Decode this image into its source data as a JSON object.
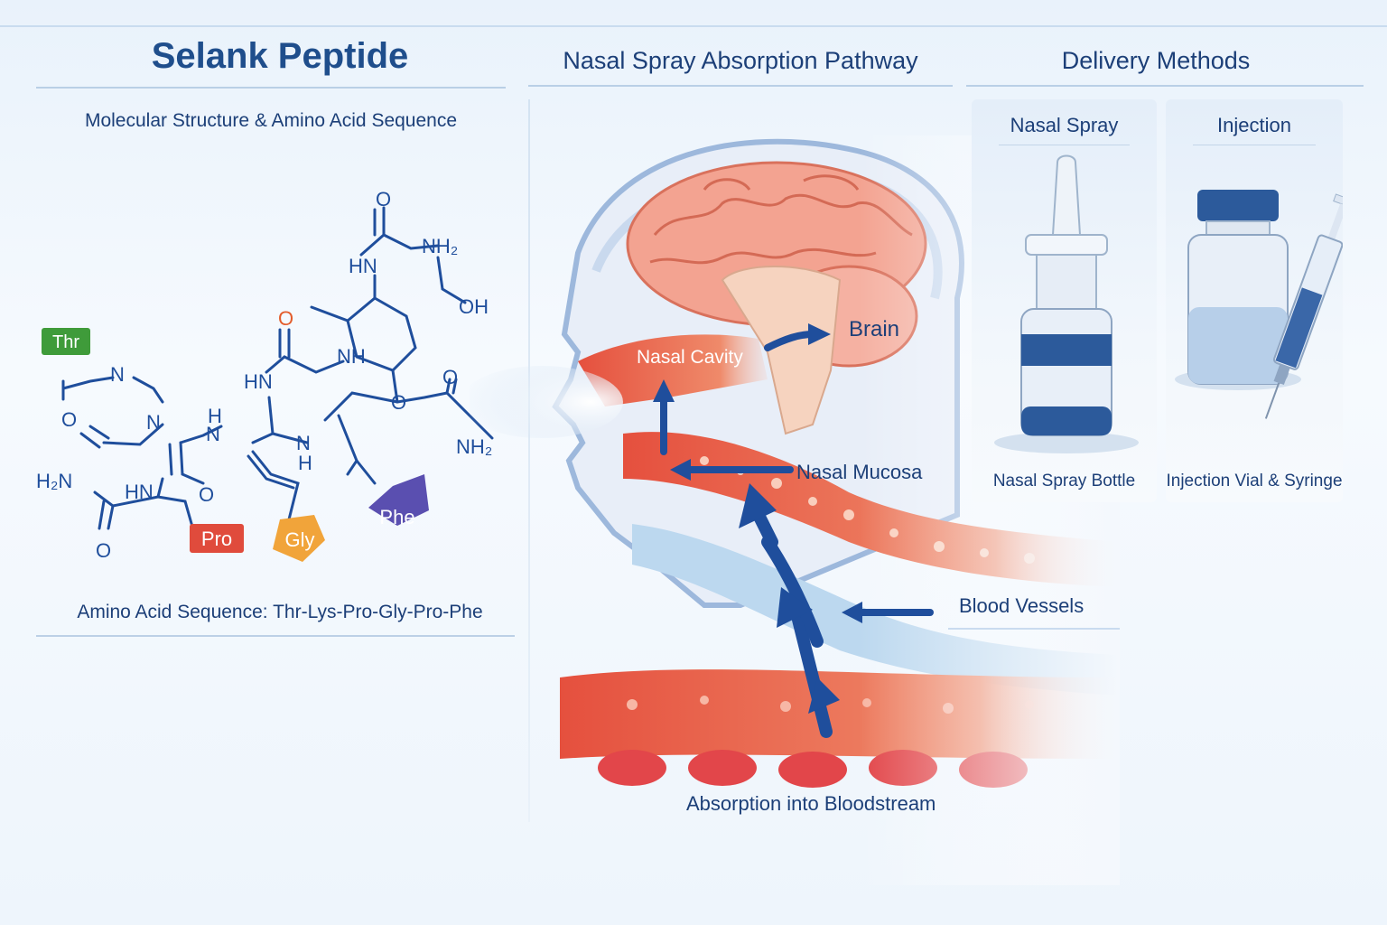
{
  "title": "Selank Peptide",
  "molecular": {
    "subtitle": "Molecular Structure & Amino Acid Sequence",
    "sequence_caption": "Amino Acid Sequence: Thr-Lys-Pro-Gly-Pro-Phe",
    "residue_tags": {
      "thr": "Thr",
      "pro": "Pro",
      "gly": "Gly",
      "phe": "Phe"
    },
    "atoms": {
      "o1": "O",
      "nh2_top": "NH₂",
      "hn_top": "HN",
      "oh": "OH",
      "o_orange": "O",
      "n1": "N",
      "nh1": "NH",
      "hn2": "HN",
      "o2": "O",
      "o3": "O",
      "n2": "N",
      "h1": "H",
      "n3": "N",
      "nh_mid": "N",
      "h2": "H",
      "nh2_right": "NH₂",
      "o4": "O",
      "h2n": "H₂N",
      "hn3": "HN",
      "o5": "O",
      "o6": "O"
    },
    "colors": {
      "thr": "#3f9b3a",
      "pro": "#e04b3c",
      "gly": "#f1a43a",
      "phe": "#5a4fb0"
    }
  },
  "pathway": {
    "heading": "Nasal Spray Absorption Pathway",
    "labels": {
      "nasal_cavity": "Nasal Cavity",
      "brain": "Brain",
      "nasal_mucosa": "Nasal Mucosa",
      "blood_vessels": "Blood Vessels",
      "bloodstream": "Absorption into Bloodstream"
    }
  },
  "delivery": {
    "heading": "Delivery Methods",
    "methods": [
      {
        "title": "Nasal Spray",
        "caption": "Nasal Spray Bottle"
      },
      {
        "title": "Injection",
        "caption": "Injection Vial & Syringe"
      }
    ]
  },
  "colors": {
    "primary_navy": "#1c3f78",
    "arrow_blue": "#1f4e9c",
    "tissue_red": "#e5503e"
  }
}
